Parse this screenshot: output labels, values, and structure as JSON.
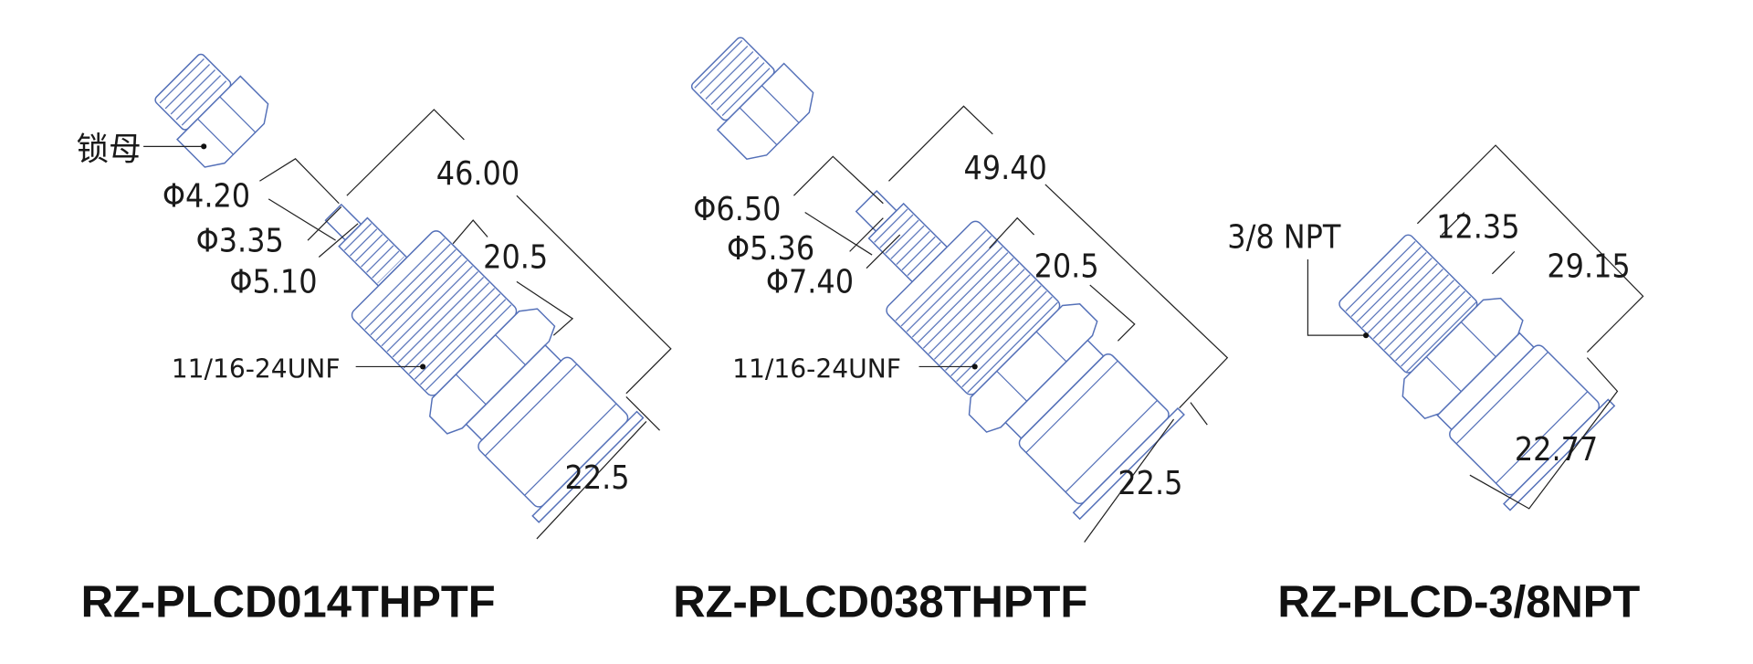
{
  "colors": {
    "part_outline": "#5470b8",
    "text": "#1a1a1a"
  },
  "products": [
    {
      "model": "RZ-PLCD014THPTF",
      "lock_nut_label": "锁母",
      "diameters": [
        "Φ4.20",
        "Φ3.35",
        "Φ5.10"
      ],
      "overall_length": "46.00",
      "body_length": "20.5",
      "thread": "11/16-24UNF",
      "coupling_width": "22.5"
    },
    {
      "model": "RZ-PLCD038THPTF",
      "diameters": [
        "Φ6.50",
        "Φ5.36",
        "Φ7.40"
      ],
      "overall_length": "49.40",
      "body_length": "20.5",
      "thread": "11/16-24UNF",
      "coupling_width": "22.5"
    },
    {
      "model": "RZ-PLCD-3/8NPT",
      "thread": "3/8 NPT",
      "thread_length": "12.35",
      "overall_length": "29.15",
      "coupling_width": "22.77"
    }
  ]
}
